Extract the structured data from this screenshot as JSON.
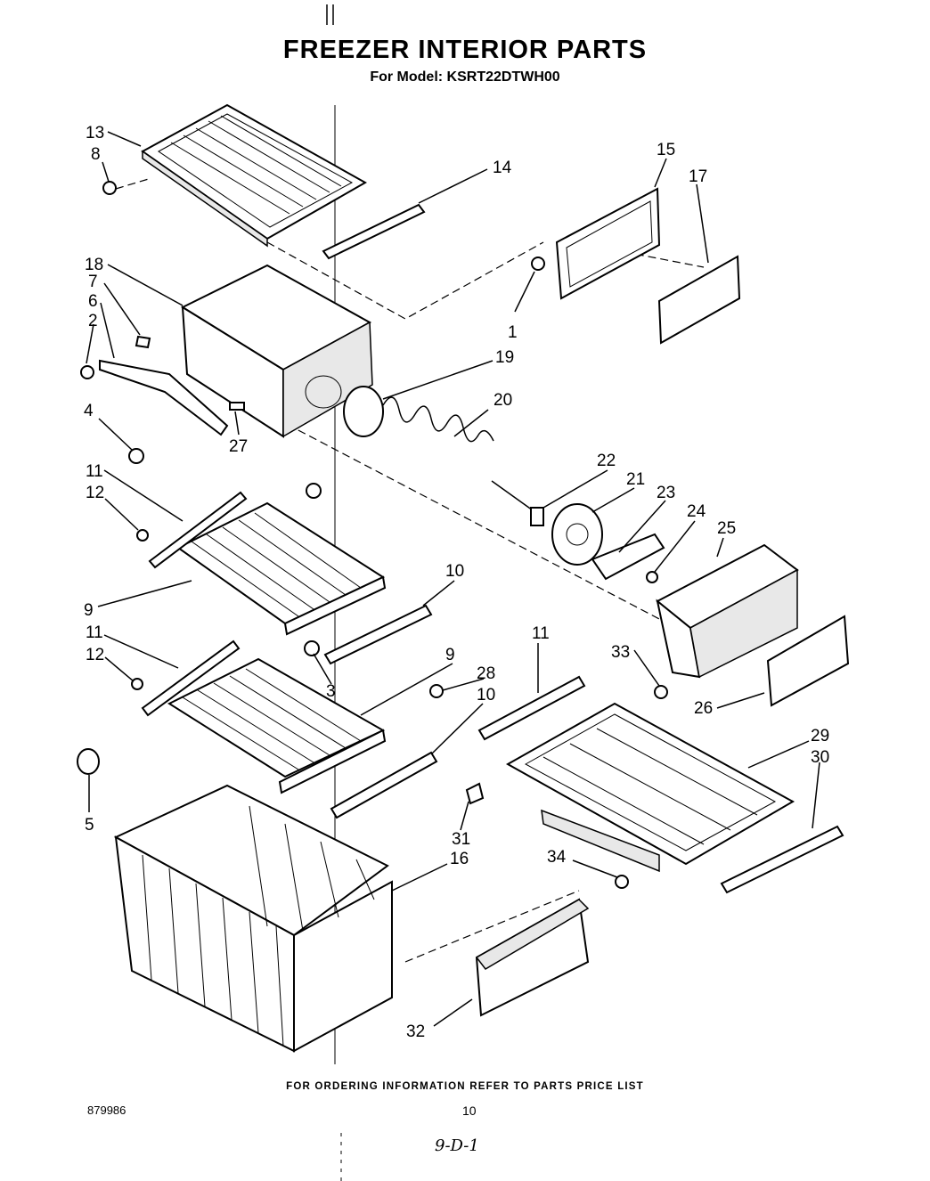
{
  "header": {
    "title": "FREEZER INTERIOR PARTS",
    "subtitle": "For Model: KSRT22DTWH00"
  },
  "callouts": {
    "c1": "1",
    "c2": "2",
    "c3": "3",
    "c4": "4",
    "c5": "5",
    "c6": "6",
    "c7": "7",
    "c8": "8",
    "c9a": "9",
    "c9b": "9",
    "c10a": "10",
    "c10b": "10",
    "c11a": "11",
    "c11b": "11",
    "c11c": "11",
    "c12a": "12",
    "c12b": "12",
    "c13": "13",
    "c14": "14",
    "c15": "15",
    "c16": "16",
    "c17": "17",
    "c18": "18",
    "c19": "19",
    "c20": "20",
    "c21": "21",
    "c22": "22",
    "c23": "23",
    "c24": "24",
    "c25": "25",
    "c26": "26",
    "c27": "27",
    "c28": "28",
    "c29": "29",
    "c30": "30",
    "c31": "31",
    "c32": "32",
    "c33": "33",
    "c34": "34"
  },
  "footer": {
    "ordering_note": "FOR ORDERING INFORMATION REFER TO PARTS PRICE LIST",
    "doc_number": "879986",
    "page_number": "10",
    "handwritten_note": "9-D-1"
  }
}
